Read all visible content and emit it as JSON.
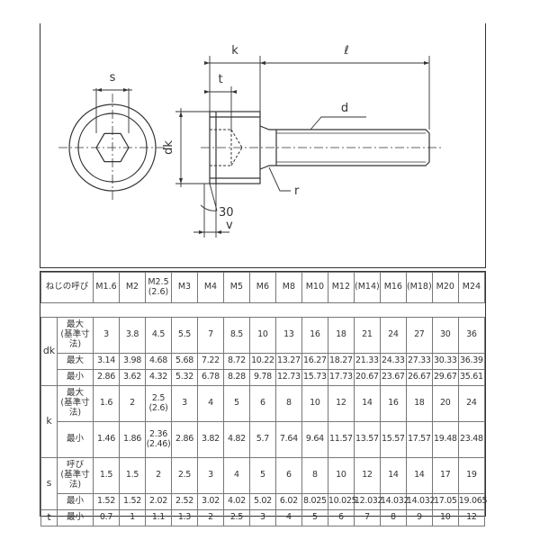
{
  "drawing": {
    "labels": {
      "s": "s",
      "k": "k",
      "l": "ℓ",
      "t": "t",
      "d": "d",
      "dk": "dk",
      "r": "r",
      "angle": "30",
      "v": "v"
    }
  },
  "table": {
    "corner": "ねじの呼び",
    "sizes": [
      [
        "M1.6"
      ],
      [
        "M2"
      ],
      [
        "M2.5",
        "(2.6)"
      ],
      [
        "M3"
      ],
      [
        "M4"
      ],
      [
        "M5"
      ],
      [
        "M6"
      ],
      [
        "M8"
      ],
      [
        "M10"
      ],
      [
        "M12"
      ],
      [
        "(M14)"
      ],
      [
        "M16"
      ],
      [
        "(M18)"
      ],
      [
        "M20"
      ],
      [
        "M24"
      ]
    ],
    "groups": [
      {
        "label": "dk",
        "rows": [
          {
            "label": [
              "最大",
              "(基準寸法)"
            ],
            "values": [
              [
                "3"
              ],
              [
                "3.8"
              ],
              [
                "4.5"
              ],
              [
                "5.5"
              ],
              [
                "7"
              ],
              [
                "8.5"
              ],
              [
                "10"
              ],
              [
                "13"
              ],
              [
                "16"
              ],
              [
                "18"
              ],
              [
                "21"
              ],
              [
                "24"
              ],
              [
                "27"
              ],
              [
                "30"
              ],
              [
                "36"
              ]
            ]
          },
          {
            "label": [
              "最大"
            ],
            "values": [
              [
                "3.14"
              ],
              [
                "3.98"
              ],
              [
                "4.68"
              ],
              [
                "5.68"
              ],
              [
                "7.22"
              ],
              [
                "8.72"
              ],
              [
                "10.22"
              ],
              [
                "13.27"
              ],
              [
                "16.27"
              ],
              [
                "18.27"
              ],
              [
                "21.33"
              ],
              [
                "24.33"
              ],
              [
                "27.33"
              ],
              [
                "30.33"
              ],
              [
                "36.39"
              ]
            ]
          },
          {
            "label": [
              "最小"
            ],
            "values": [
              [
                "2.86"
              ],
              [
                "3.62"
              ],
              [
                "4.32"
              ],
              [
                "5.32"
              ],
              [
                "6.78"
              ],
              [
                "8.28"
              ],
              [
                "9.78"
              ],
              [
                "12.73"
              ],
              [
                "15.73"
              ],
              [
                "17.73"
              ],
              [
                "20.67"
              ],
              [
                "23.67"
              ],
              [
                "26.67"
              ],
              [
                "29.67"
              ],
              [
                "35.61"
              ]
            ]
          }
        ]
      },
      {
        "label": "k",
        "rows": [
          {
            "label": [
              "最大",
              "(基準寸法)"
            ],
            "values": [
              [
                "1.6"
              ],
              [
                "2"
              ],
              [
                "2.5",
                "(2.6)"
              ],
              [
                "3"
              ],
              [
                "4"
              ],
              [
                "5"
              ],
              [
                "6"
              ],
              [
                "8"
              ],
              [
                "10"
              ],
              [
                "12"
              ],
              [
                "14"
              ],
              [
                "16"
              ],
              [
                "18"
              ],
              [
                "20"
              ],
              [
                "24"
              ]
            ]
          },
          {
            "label": [
              "最小"
            ],
            "values": [
              [
                "1.46"
              ],
              [
                "1.86"
              ],
              [
                "2.36",
                "(2.46)"
              ],
              [
                "2.86"
              ],
              [
                "3.82"
              ],
              [
                "4.82"
              ],
              [
                "5.7"
              ],
              [
                "7.64"
              ],
              [
                "9.64"
              ],
              [
                "11.57"
              ],
              [
                "13.57"
              ],
              [
                "15.57"
              ],
              [
                "17.57"
              ],
              [
                "19.48"
              ],
              [
                "23.48"
              ]
            ]
          }
        ]
      },
      {
        "label": "s",
        "rows": [
          {
            "label": [
              "呼び",
              "(基準寸法)"
            ],
            "values": [
              [
                "1.5"
              ],
              [
                "1.5"
              ],
              [
                "2"
              ],
              [
                "2.5"
              ],
              [
                "3"
              ],
              [
                "4"
              ],
              [
                "5"
              ],
              [
                "6"
              ],
              [
                "8"
              ],
              [
                "10"
              ],
              [
                "12"
              ],
              [
                "14"
              ],
              [
                "14"
              ],
              [
                "17"
              ],
              [
                "19"
              ]
            ]
          },
          {
            "label": [
              "最小"
            ],
            "values": [
              [
                "1.52"
              ],
              [
                "1.52"
              ],
              [
                "2.02"
              ],
              [
                "2.52"
              ],
              [
                "3.02"
              ],
              [
                "4.02"
              ],
              [
                "5.02"
              ],
              [
                "6.02"
              ],
              [
                "8.025"
              ],
              [
                "10.025"
              ],
              [
                "12.032"
              ],
              [
                "14.032"
              ],
              [
                "14.032"
              ],
              [
                "17.05"
              ],
              [
                "19.065"
              ]
            ]
          }
        ]
      },
      {
        "label": "t",
        "rows": [
          {
            "label": [
              "最小"
            ],
            "values": [
              [
                "0.7"
              ],
              [
                "1"
              ],
              [
                "1.1"
              ],
              [
                "1.3"
              ],
              [
                "2"
              ],
              [
                "2.5"
              ],
              [
                "3"
              ],
              [
                "4"
              ],
              [
                "5"
              ],
              [
                "6"
              ],
              [
                "7"
              ],
              [
                "8"
              ],
              [
                "9"
              ],
              [
                "10"
              ],
              [
                "12"
              ]
            ]
          }
        ]
      }
    ]
  }
}
